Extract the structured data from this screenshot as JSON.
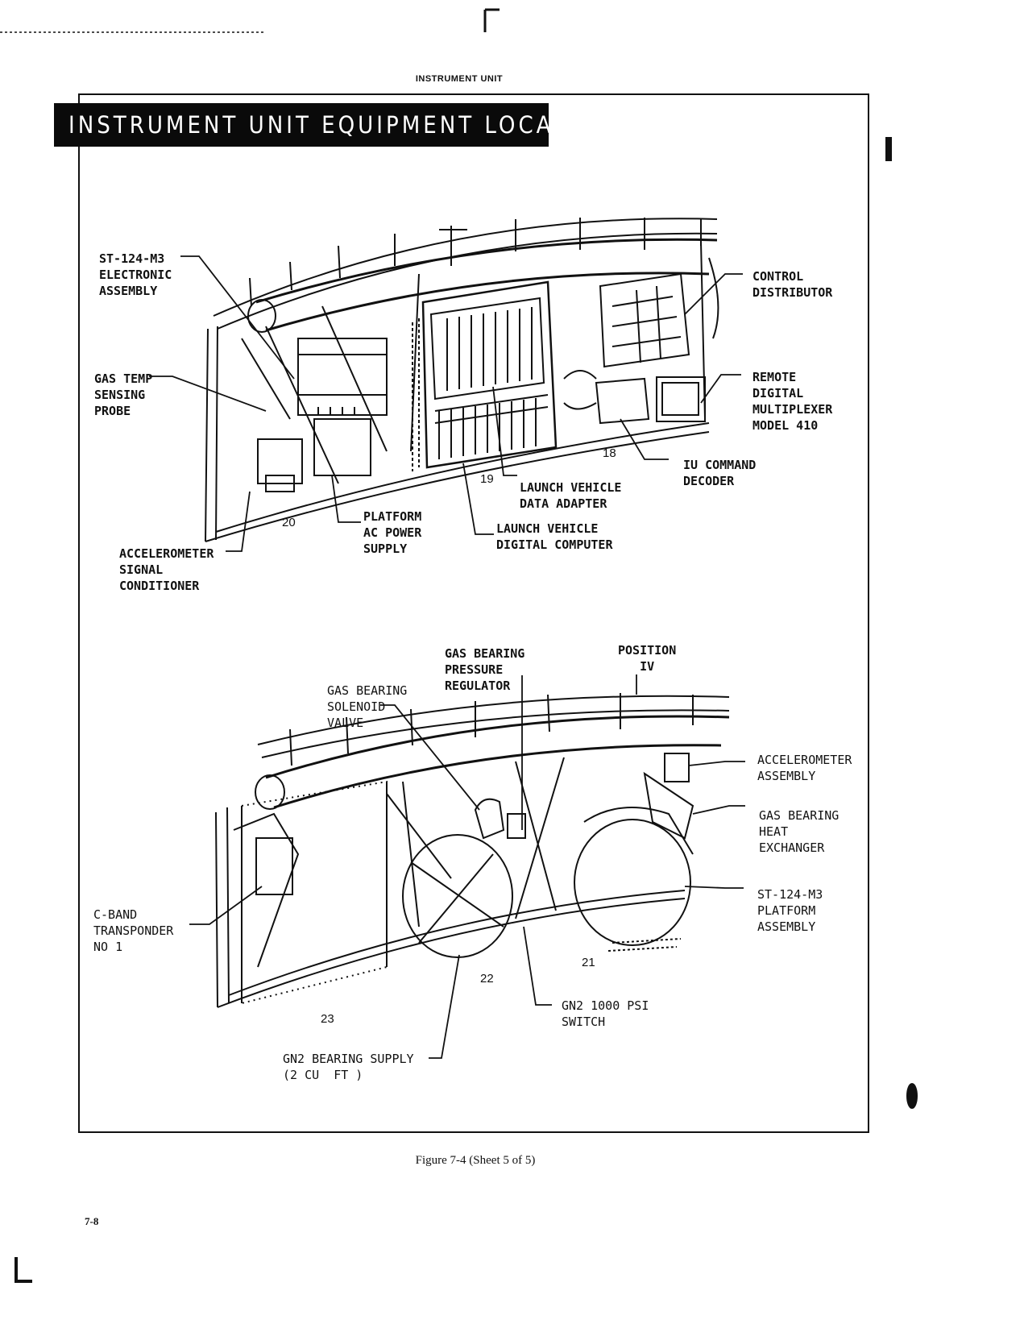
{
  "running_head": "INSTRUMENT UNIT",
  "title": "INSTRUMENT UNIT EQUIPMENT LOCATIONS",
  "upper_diagram": {
    "labels": {
      "st124_electronic": "ST-124-M3\nELECTRONIC\nASSEMBLY",
      "gas_temp_probe": "GAS TEMP\nSENSING\nPROBE",
      "accelerometer_signal": "ACCELEROMETER\nSIGNAL\nCONDITIONER",
      "platform_ac": "PLATFORM\nAC POWER\nSUPPLY",
      "lv_digital_computer": "LAUNCH VEHICLE\nDIGITAL COMPUTER",
      "lv_data_adapter": "LAUNCH VEHICLE\nDATA ADAPTER",
      "iu_command_decoder": "IU COMMAND\nDECODER",
      "remote_multiplexer": "REMOTE\nDIGITAL\nMULTIPLEXER\nMODEL 410",
      "control_distributor": "CONTROL\nDISTRIBUTOR"
    },
    "positions": {
      "p18": "18",
      "p19": "19",
      "p20": "20"
    }
  },
  "lower_diagram": {
    "labels": {
      "gas_bearing_pressure_regulator": "GAS BEARING\nPRESSURE\nREGULATOR",
      "position_iv": "POSITION\n   IV",
      "gas_bearing_solenoid": "GAS BEARING\nSOLENOID\nVALVE",
      "accelerometer_assembly": "ACCELEROMETER\nASSEMBLY",
      "gas_bearing_heat_exchanger": "GAS BEARING\nHEAT\nEXCHANGER",
      "st124_platform": "ST-124-M3\nPLATFORM\nASSEMBLY",
      "c_band": "C-BAND\nTRANSPONDER\nNO 1",
      "gn2_switch": "GN2 1000 PSI\nSWITCH",
      "gn2_supply": "GN2 BEARING SUPPLY\n(2 CU  FT )"
    },
    "positions": {
      "p21": "21",
      "p22": "22",
      "p23": "23"
    }
  },
  "caption": "Figure 7-4 (Sheet 5 of 5)",
  "page_number": "7-8"
}
